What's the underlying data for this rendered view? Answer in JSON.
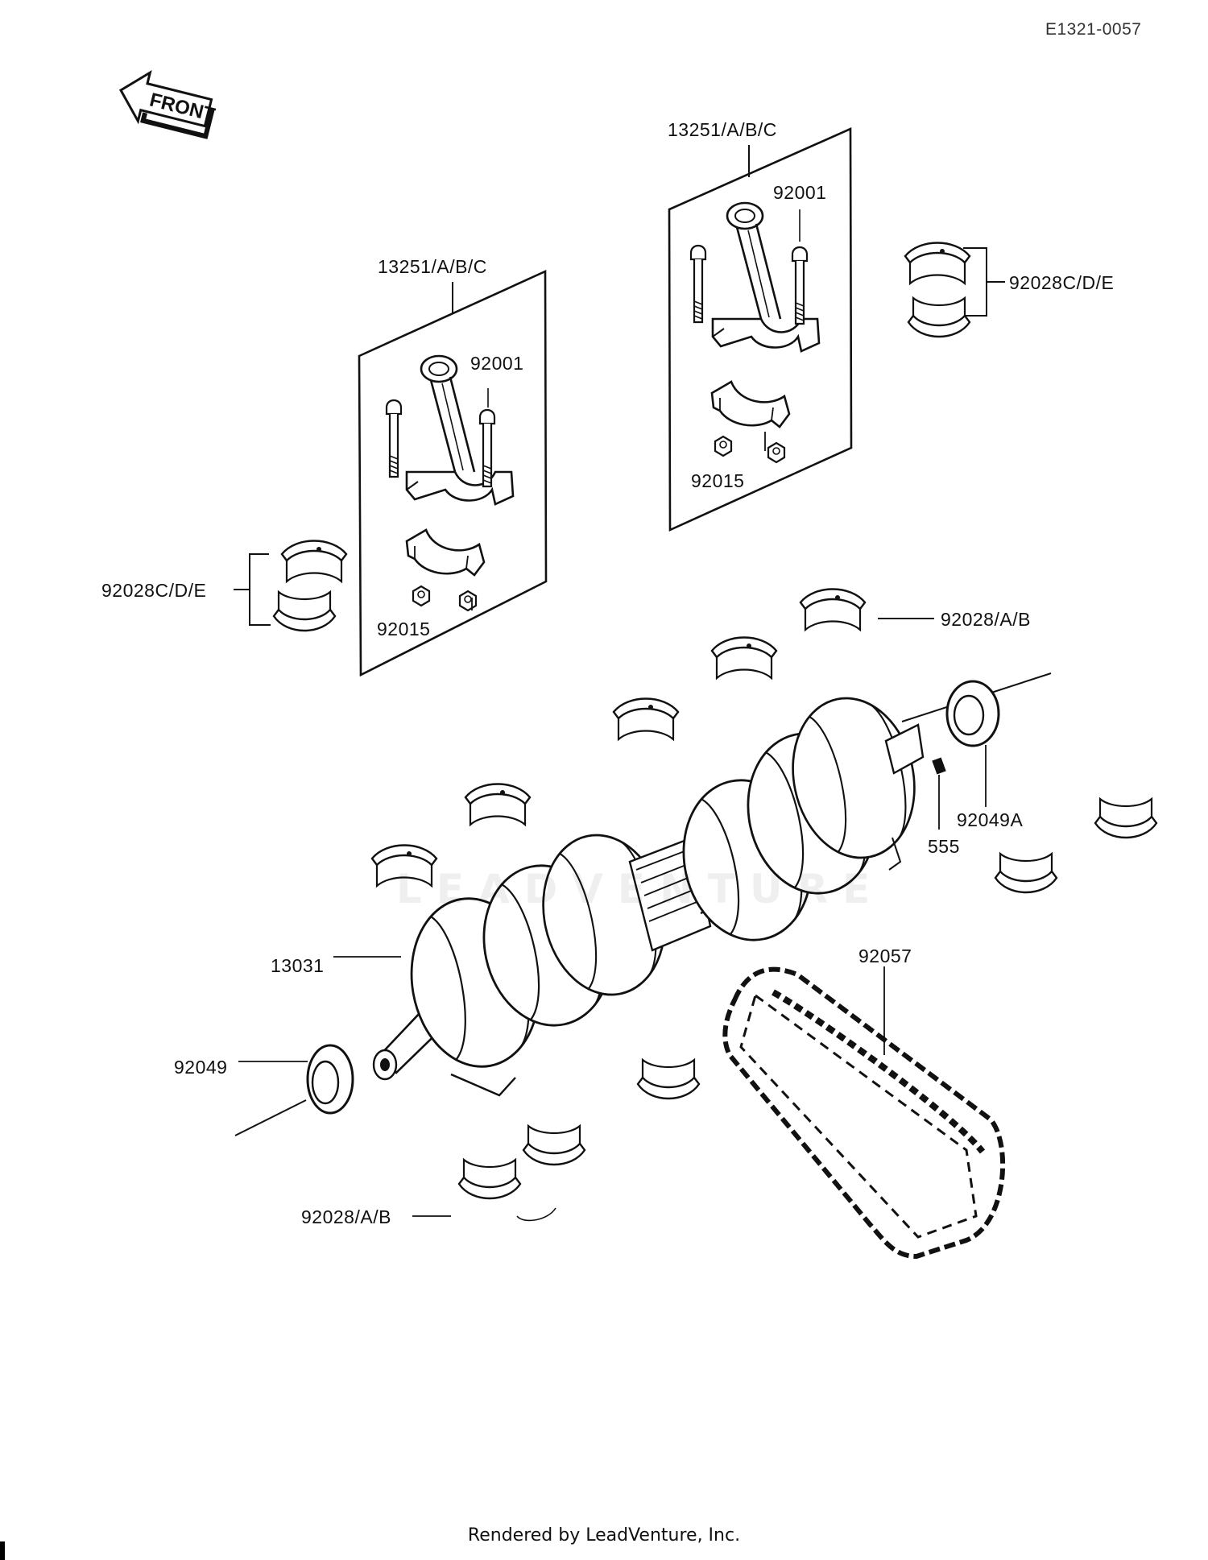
{
  "drawing_code": "E1321-0057",
  "front_marker": "FRONT",
  "watermark": "LEADVENTURE",
  "footer": "Rendered by LeadVenture, Inc.",
  "callouts": {
    "conrod_left": "13251/A/B/C",
    "conrod_right": "13251/A/B/C",
    "bolt_left": "92001",
    "bolt_right": "92001",
    "nut_left": "92015",
    "nut_right": "92015",
    "rod_bearing_left": "92028C/D/E",
    "rod_bearing_right": "92028C/D/E",
    "main_bearing_upper": "92028/A/B",
    "main_bearing_lower": "92028/A/B",
    "oil_seal_right": "92049A",
    "pin": "555",
    "crankshaft": "13031",
    "oil_seal_left": "92049",
    "chain": "92057"
  },
  "colors": {
    "line": "#111111",
    "background": "#ffffff"
  }
}
